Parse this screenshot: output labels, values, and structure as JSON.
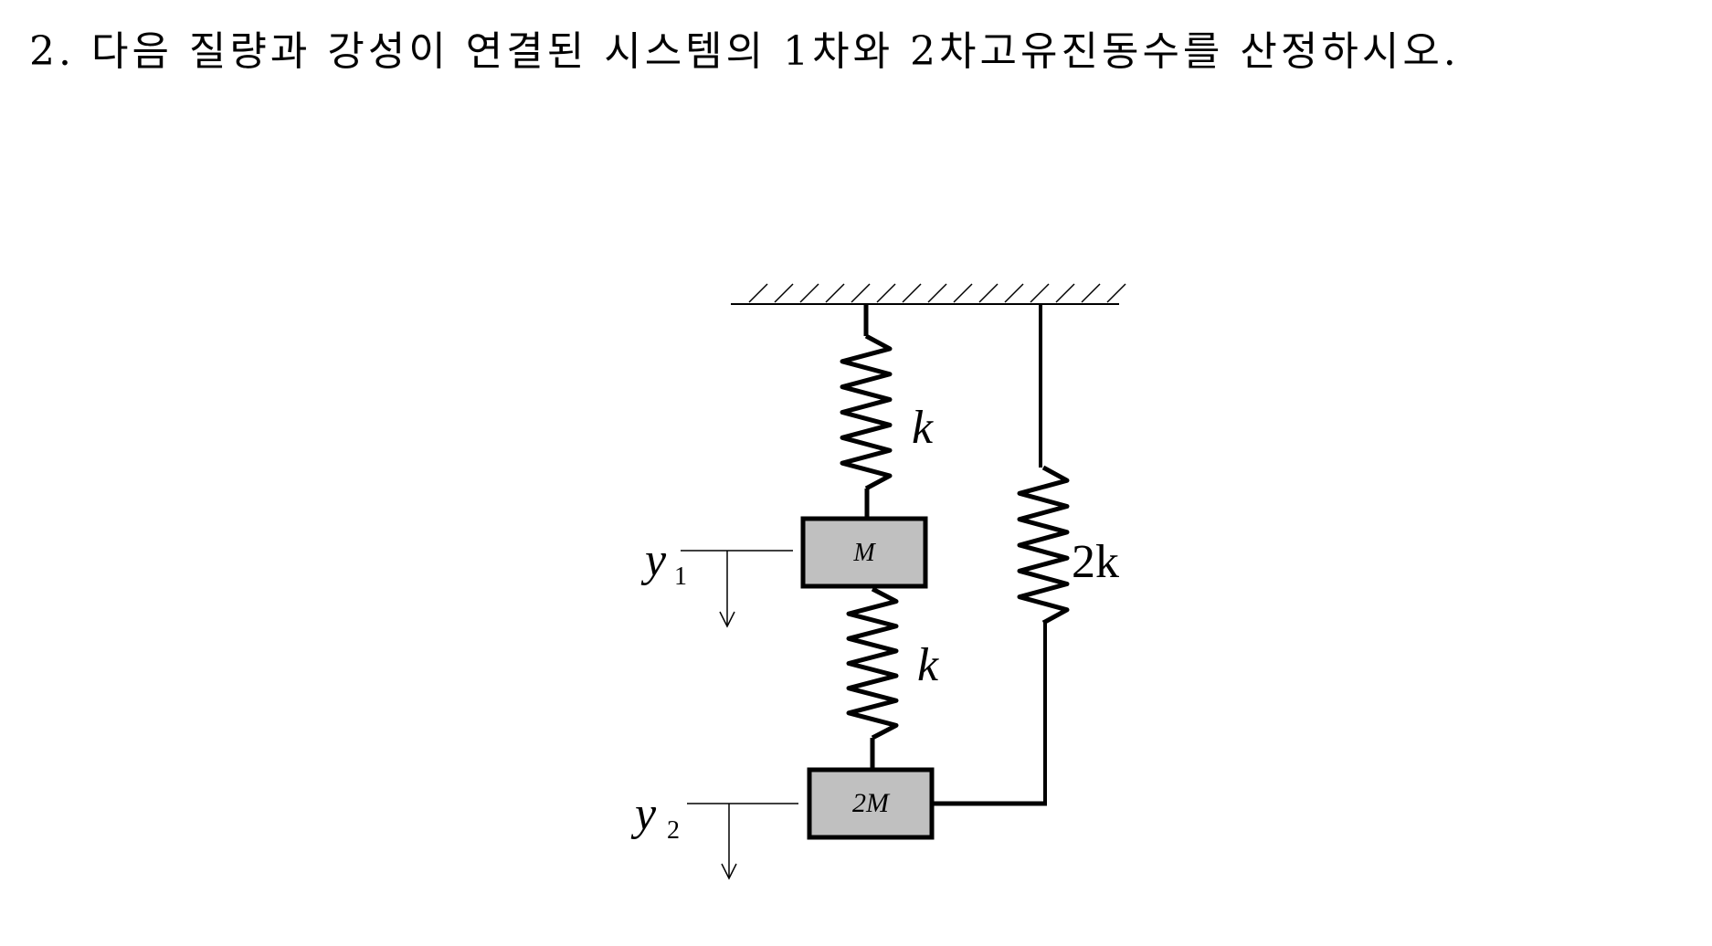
{
  "question": {
    "number": "2.",
    "text": "다음 질량과 강성이 연결된 시스템의 1차와 2차고유진동수를 산정하시오."
  },
  "diagram": {
    "spring_top_label": "k",
    "spring_middle_label": "k",
    "spring_right_label": "2k",
    "mass_top_label": "M",
    "mass_bottom_label": "2M",
    "disp_1_label": "y",
    "disp_1_sub": "1",
    "disp_2_label": "y",
    "disp_2_sub": "2",
    "colors": {
      "mass_fill": "#c0c0c0",
      "stroke": "#000000"
    }
  }
}
